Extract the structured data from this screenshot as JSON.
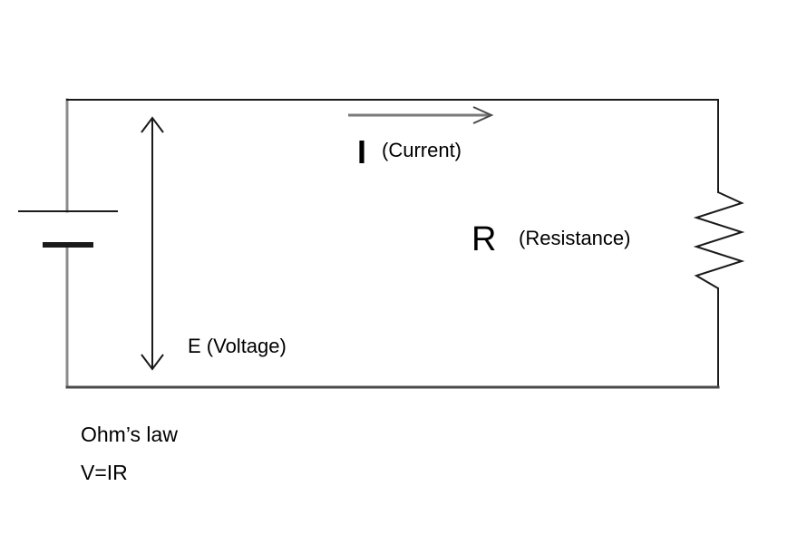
{
  "labels": {
    "current_symbol": "I",
    "current_text": "(Current)",
    "resistance_symbol": "R",
    "resistance_text": "(Resistance)",
    "voltage_text": "E (Voltage)"
  },
  "caption": {
    "title": "Ohm’s law",
    "formula": "V=IR"
  },
  "colors": {
    "wire": "#4a4a4a",
    "battery_wire": "#8c8c8c",
    "current_arrow": "#7a7a7a",
    "voltage_arrow": "#1a1a1a",
    "text": "#000000"
  }
}
